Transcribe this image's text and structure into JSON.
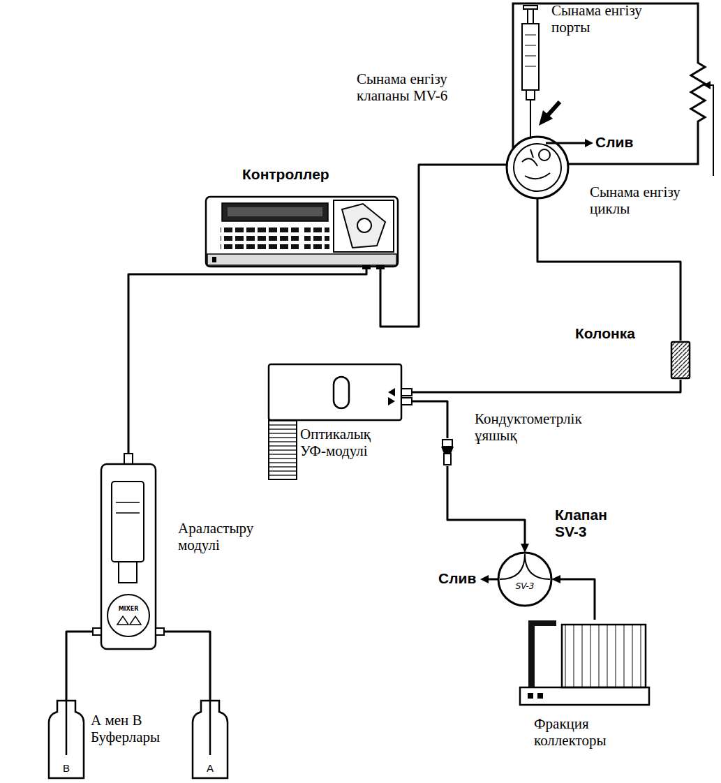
{
  "diagram": {
    "nodes": [
      {
        "text": [
          "Сынама енгізу клапаны MV-6"
        ]
      },
      {
        "text": [
          "Контроллер"
        ]
      },
      {
        "text": [
          "Колонка"
        ]
      },
      {
        "text": [
          "Оптикалық УФ-модулі"
        ]
      },
      {
        "text": [
          "Кондуктометрлік ұяшық"
        ]
      },
      {
        "text": [
          "Клапан SV-3",
          "SV-3"
        ]
      },
      {
        "text": [
          "Фракция коллекторы"
        ]
      },
      {
        "text": [
          "Араластыру модулі",
          "MIXER"
        ]
      },
      {
        "text": [
          "B"
        ]
      },
      {
        "text": [
          "A"
        ]
      }
    ],
    "edges": [
      {
        "from": 8,
        "to": 7,
        "arrow": "none"
      },
      {
        "from": 9,
        "to": 7,
        "arrow": "none"
      },
      {
        "from": 7,
        "to": 1,
        "arrow": "none"
      },
      {
        "from": 1,
        "to": 0,
        "arrow": "none"
      },
      {
        "from": 0,
        "to": 2,
        "arrow": "none"
      },
      {
        "from": 2,
        "to": 3,
        "arrow": "none"
      },
      {
        "from": 3,
        "to": 4,
        "arrow": "none"
      },
      {
        "from": 4,
        "to": 5,
        "arrow": "to"
      },
      {
        "from": 6,
        "to": 5,
        "arrow": "to"
      }
    ],
    "labels": [
      "Сынама енгізу порты",
      "Слив",
      "Сынама енгізу циклы",
      "Слив",
      "А мен В Буферлары"
    ]
  }
}
